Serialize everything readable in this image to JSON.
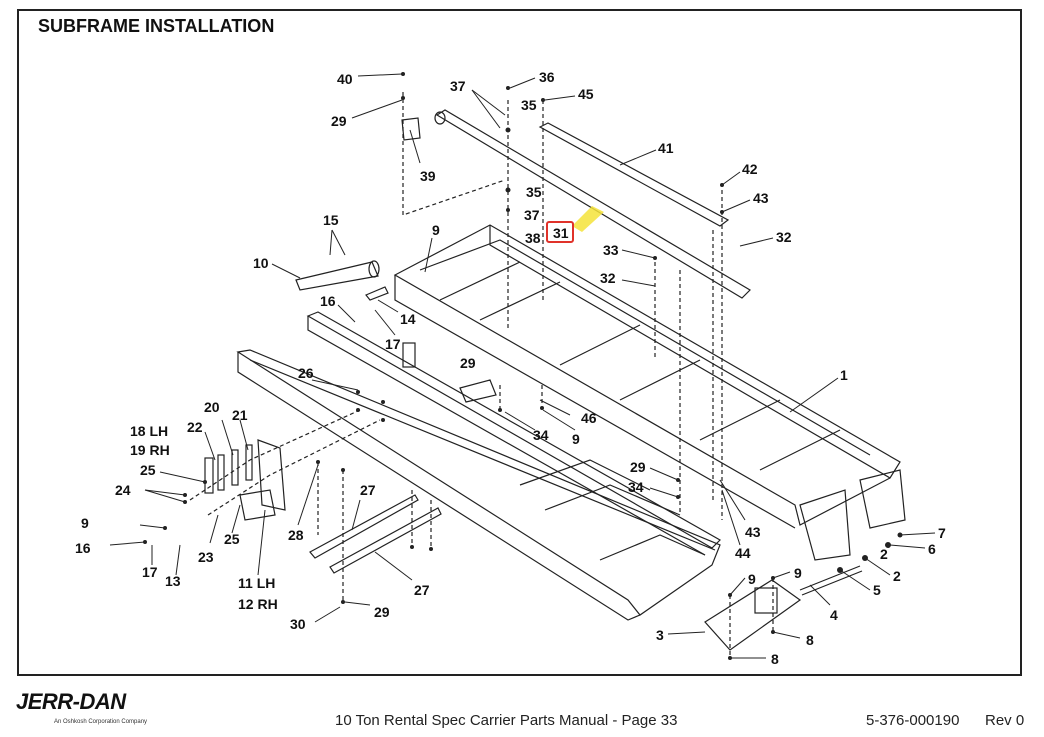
{
  "page_title": "SUBFRAME INSTALLATION",
  "footer": {
    "brand": "JERR-DAN",
    "tagline": "An Oshkosh Corporation Company",
    "manual": "10 Ton Rental Spec Carrier Parts Manual  -  Page 33",
    "doc_number": "5-376-000190",
    "revision": "Rev 0"
  },
  "highlight": {
    "label": "31",
    "color": "#e0322a",
    "marker_color": "#f5e33a"
  },
  "callouts": [
    "40",
    "29",
    "39",
    "37",
    "36",
    "35",
    "45",
    "41",
    "35",
    "37",
    "38",
    "31",
    "42",
    "43",
    "32",
    "33",
    "32",
    "15",
    "10",
    "9",
    "16",
    "14",
    "17",
    "1",
    "29",
    "26",
    "46",
    "34",
    "9",
    "20",
    "21",
    "22",
    "18 LH",
    "19 RH",
    "25",
    "24",
    "9",
    "16",
    "17",
    "13",
    "23",
    "25",
    "11 LH",
    "12 RH",
    "28",
    "27",
    "27",
    "29",
    "30",
    "29",
    "34",
    "43",
    "44",
    "7",
    "6",
    "2",
    "2",
    "5",
    "4",
    "9",
    "9",
    "3",
    "8",
    "8"
  ]
}
